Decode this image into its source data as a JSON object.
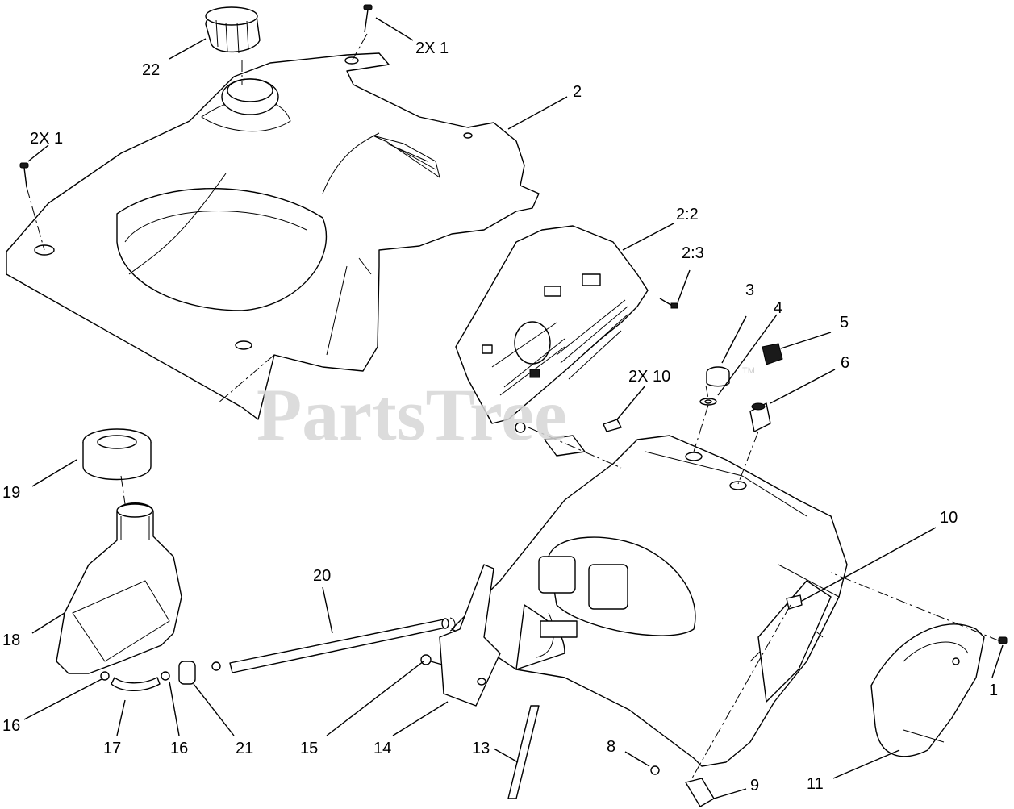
{
  "watermark": {
    "text": "PartsTree",
    "trademark": "TM"
  },
  "callouts": {
    "c22": "22",
    "c2x1_top": "2X 1",
    "c2x1_left": "2X 1",
    "c2": "2",
    "c2_2": "2:2",
    "c2_3": "2:3",
    "c3": "3",
    "c4": "4",
    "c5": "5",
    "c6": "6",
    "c2x10": "2X 10",
    "c10": "10",
    "c19": "19",
    "c20": "20",
    "c18": "18",
    "c1": "1",
    "c16_left": "16",
    "c17": "17",
    "c16_right": "16",
    "c21": "21",
    "c15": "15",
    "c14": "14",
    "c13": "13",
    "c8": "8",
    "c9": "9",
    "c11": "11"
  }
}
